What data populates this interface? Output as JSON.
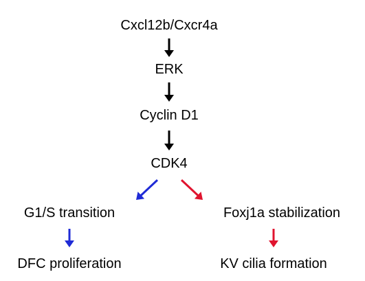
{
  "diagram": {
    "nodes": {
      "cxcl12b": "Cxcl12b/Cxcr4a",
      "erk": "ERK",
      "cyclin_d1": "Cyclin D1",
      "cdk4": "CDK4",
      "g1s": "G1/S transition",
      "foxj1a": "Foxj1a stabilization",
      "dfc": "DFC proliferation",
      "kv": "KV cilia formation"
    },
    "colors": {
      "main_arrow": "#000000",
      "left_branch": "#1f2bd6",
      "right_branch": "#e0142f"
    },
    "edges": [
      {
        "from": "cxcl12b",
        "to": "erk",
        "color": "main_arrow"
      },
      {
        "from": "erk",
        "to": "cyclin_d1",
        "color": "main_arrow"
      },
      {
        "from": "cyclin_d1",
        "to": "cdk4",
        "color": "main_arrow"
      },
      {
        "from": "cdk4",
        "to": "g1s",
        "color": "left_branch"
      },
      {
        "from": "cdk4",
        "to": "foxj1a",
        "color": "right_branch"
      },
      {
        "from": "g1s",
        "to": "dfc",
        "color": "left_branch"
      },
      {
        "from": "foxj1a",
        "to": "kv",
        "color": "right_branch"
      }
    ]
  }
}
